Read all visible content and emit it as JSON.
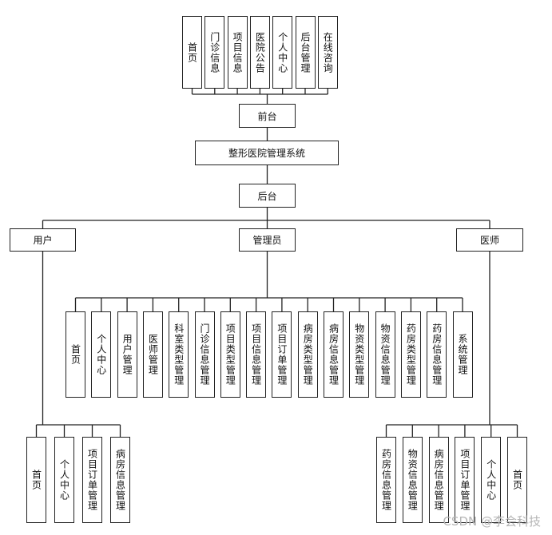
{
  "front_pages": [
    "首页",
    "门诊信息",
    "项目信息",
    "医院公告",
    "个人中心",
    "后台管理",
    "在线咨询"
  ],
  "front_label": "前台",
  "system_label": "整形医院管理系统",
  "back_label": "后台",
  "roles": {
    "user": "用户",
    "admin": "管理员",
    "doctor": "医师"
  },
  "admin_modules": [
    "首页",
    "个人中心",
    "用户管理",
    "医师管理",
    "科室类型管理",
    "门诊信息管理",
    "项目类型管理",
    "项目信息管理",
    "项目订单管理",
    "病房类型管理",
    "病房信息管理",
    "物资类型管理",
    "物资信息管理",
    "药房类型管理",
    "药房信息管理",
    "系统管理"
  ],
  "user_modules": [
    "首页",
    "个人中心",
    "项目订单管理",
    "病房信息管理"
  ],
  "doctor_modules": [
    "药房信息管理",
    "物资信息管理",
    "病房信息管理",
    "项目订单管理",
    "个人中心",
    "首页"
  ],
  "watermark": "CSDN @李会科技"
}
